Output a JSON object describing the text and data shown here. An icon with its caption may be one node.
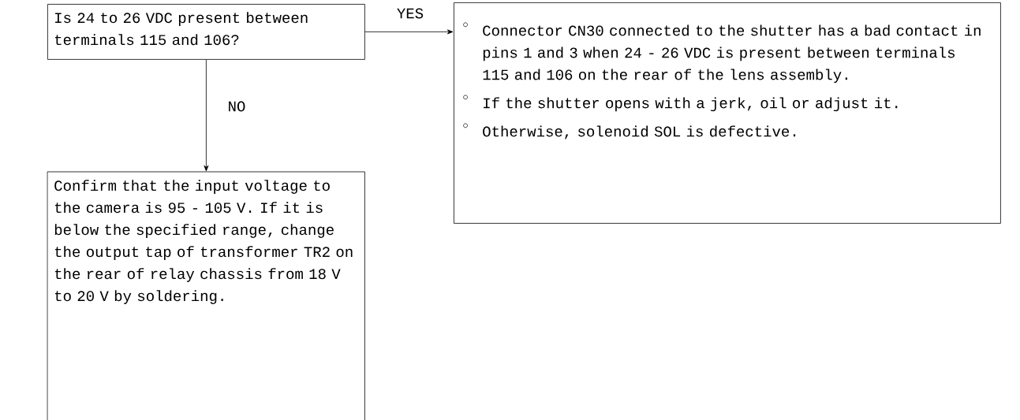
{
  "diagram": {
    "nodes": [
      {
        "text": [
          "Is 24 to 26 VDC present between terminals 115 and 106?"
        ]
      },
      {
        "text": [
          "Connector CN30 connected to the shutter has a bad contact in pins 1 and 3 when 24 - 26 VDC is present between terminals 115 and 106 on the rear of the lens assembly.",
          "If the shutter opens with a jerk, oil or adjust it.",
          "Otherwise, solenoid SOL is defective."
        ]
      },
      {
        "text": [
          "Confirm that the input voltage to the camera is 95 - 105 V. If it is below the specified range, change the output tap of transformer TR2 on the rear of relay chassis from 18 V to 20 V by soldering."
        ]
      }
    ],
    "edges": [
      {
        "from": 0,
        "to": 1,
        "arrow": "to",
        "label": "YES"
      },
      {
        "from": 0,
        "to": 2,
        "arrow": "to",
        "label": "NO"
      }
    ]
  }
}
